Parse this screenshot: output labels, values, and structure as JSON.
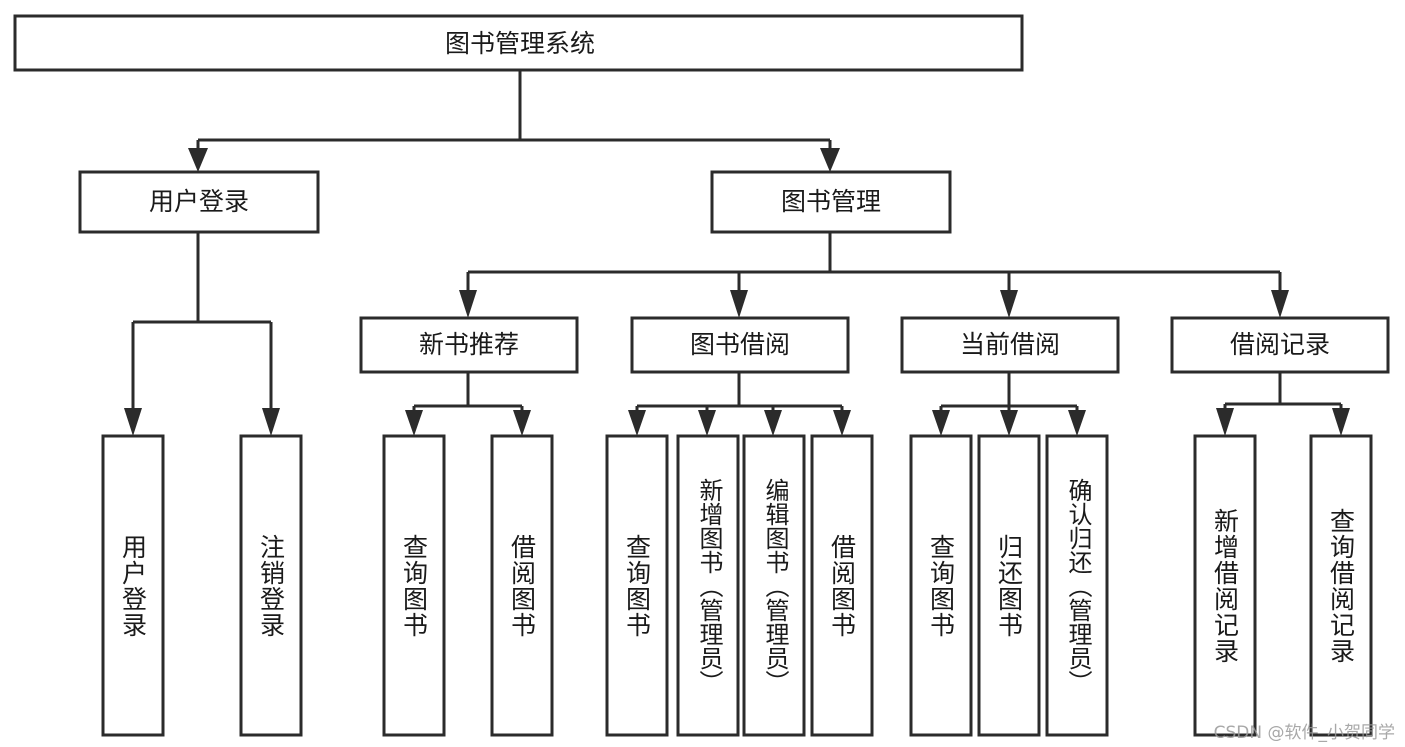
{
  "diagram": {
    "type": "tree-hierarchy",
    "title": "图书管理系统",
    "root": {
      "label": "图书管理系统",
      "children": [
        {
          "label": "用户登录",
          "children": [
            {
              "label": "用户登录"
            },
            {
              "label": "注销登录"
            }
          ]
        },
        {
          "label": "图书管理",
          "children": [
            {
              "label": "新书推荐",
              "children": [
                {
                  "label": "查询图书"
                },
                {
                  "label": "借阅图书"
                }
              ]
            },
            {
              "label": "图书借阅",
              "children": [
                {
                  "label": "查询图书"
                },
                {
                  "label": "新增图书（管理员）"
                },
                {
                  "label": "编辑图书（管理员）"
                },
                {
                  "label": "借阅图书"
                }
              ]
            },
            {
              "label": "当前借阅",
              "children": [
                {
                  "label": "查询图书"
                },
                {
                  "label": "归还图书"
                },
                {
                  "label": "确认归还（管理员）"
                }
              ]
            },
            {
              "label": "借阅记录",
              "children": [
                {
                  "label": "新增借阅记录"
                },
                {
                  "label": "查询借阅记录"
                }
              ]
            }
          ]
        }
      ]
    },
    "nodes": {
      "root_title": "图书管理系统",
      "l1_user_login": "用户登录",
      "l1_book_manage": "图书管理",
      "l2_new_book_rec": "新书推荐",
      "l2_book_borrow": "图书借阅",
      "l2_current_borrow": "当前借阅",
      "l2_borrow_record": "借阅记录",
      "leaf_user_login": "用户登录",
      "leaf_logout": "注销登录",
      "leaf_nbr_query_book": "查询图书",
      "leaf_nbr_borrow_book": "借阅图书",
      "leaf_bb_query_book": "查询图书",
      "leaf_bb_add_book": "新增图书（管理员）",
      "leaf_bb_edit_book": "编辑图书（管理员）",
      "leaf_bb_borrow_book": "借阅图书",
      "leaf_cb_query_book": "查询图书",
      "leaf_cb_return_book": "归还图书",
      "leaf_cb_confirm_return": "确认归还（管理员）",
      "leaf_br_add_record": "新增借阅记录",
      "leaf_br_query_record": "查询借阅记录"
    },
    "colors": {
      "box_stroke": "#2b2b2b",
      "box_fill": "#ffffff",
      "text": "#1a1a1a",
      "connector": "#2b2b2b",
      "watermark": "#9a9a9a",
      "background": "#ffffff"
    }
  },
  "watermark": {
    "text": "CSDN @软件_小贺同学"
  }
}
